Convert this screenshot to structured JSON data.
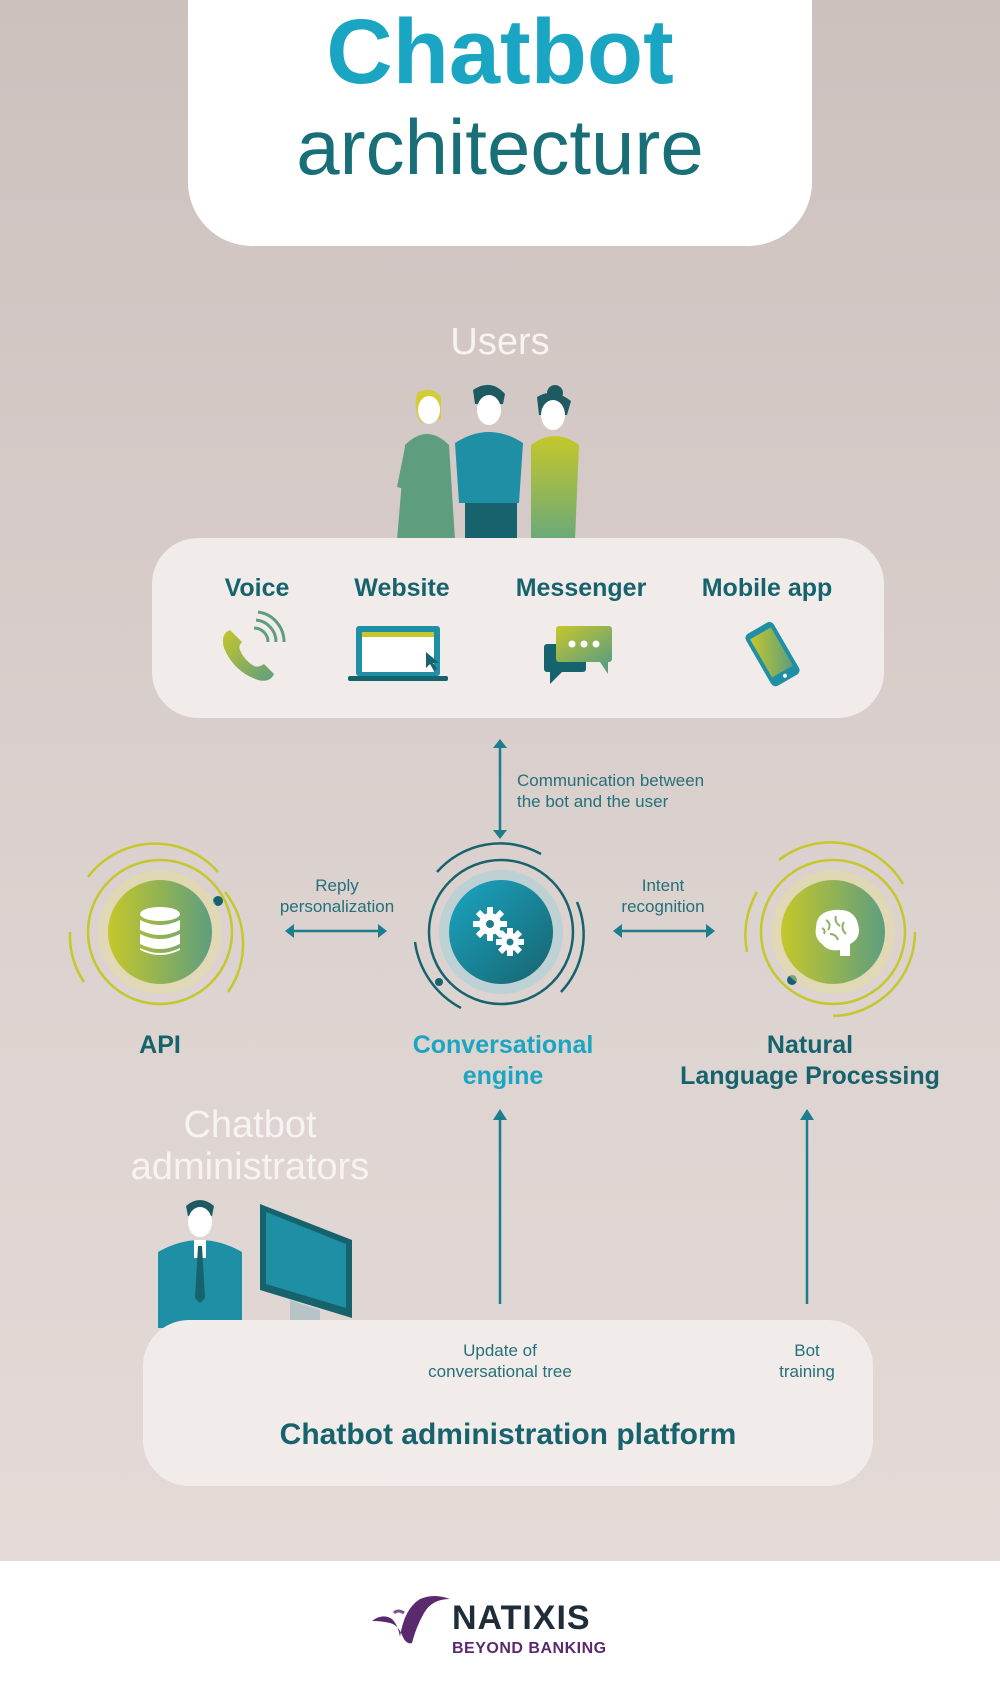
{
  "title": {
    "line1": "Chatbot",
    "line2": "architecture"
  },
  "users": {
    "label": "Users"
  },
  "channels": [
    {
      "label": "Voice",
      "icon": "phone-icon"
    },
    {
      "label": "Website",
      "icon": "laptop-icon"
    },
    {
      "label": "Messenger",
      "icon": "chat-bubbles-icon"
    },
    {
      "label": "Mobile app",
      "icon": "smartphone-icon"
    }
  ],
  "connectors": {
    "communication": {
      "line1": "Communication between",
      "line2": "the bot and the user"
    },
    "reply": {
      "line1": "Reply",
      "line2": "personalization"
    },
    "intent": {
      "line1": "Intent",
      "line2": "recognition"
    },
    "update": {
      "line1": "Update of",
      "line2": "conversational tree"
    },
    "training": {
      "line1": "Bot",
      "line2": "training"
    }
  },
  "nodes": {
    "api": {
      "label": "API",
      "icon": "database-icon"
    },
    "engine": {
      "line1": "Conversational",
      "line2": "engine",
      "icon": "gears-icon"
    },
    "nlp": {
      "line1": "Natural",
      "line2": "Language Processing",
      "icon": "brain-icon"
    }
  },
  "admins": {
    "line1": "Chatbot",
    "line2": "administrators"
  },
  "platform": {
    "label": "Chatbot administration platform"
  },
  "footer": {
    "brand": "NATIXIS",
    "tagline": "BEYOND BANKING"
  },
  "colors": {
    "teal_dark": "#17636d",
    "teal": "#1aa6c2",
    "lime": "#c5c72a",
    "green": "#5e9e7f",
    "brand_purple": "#5b2a6e"
  }
}
